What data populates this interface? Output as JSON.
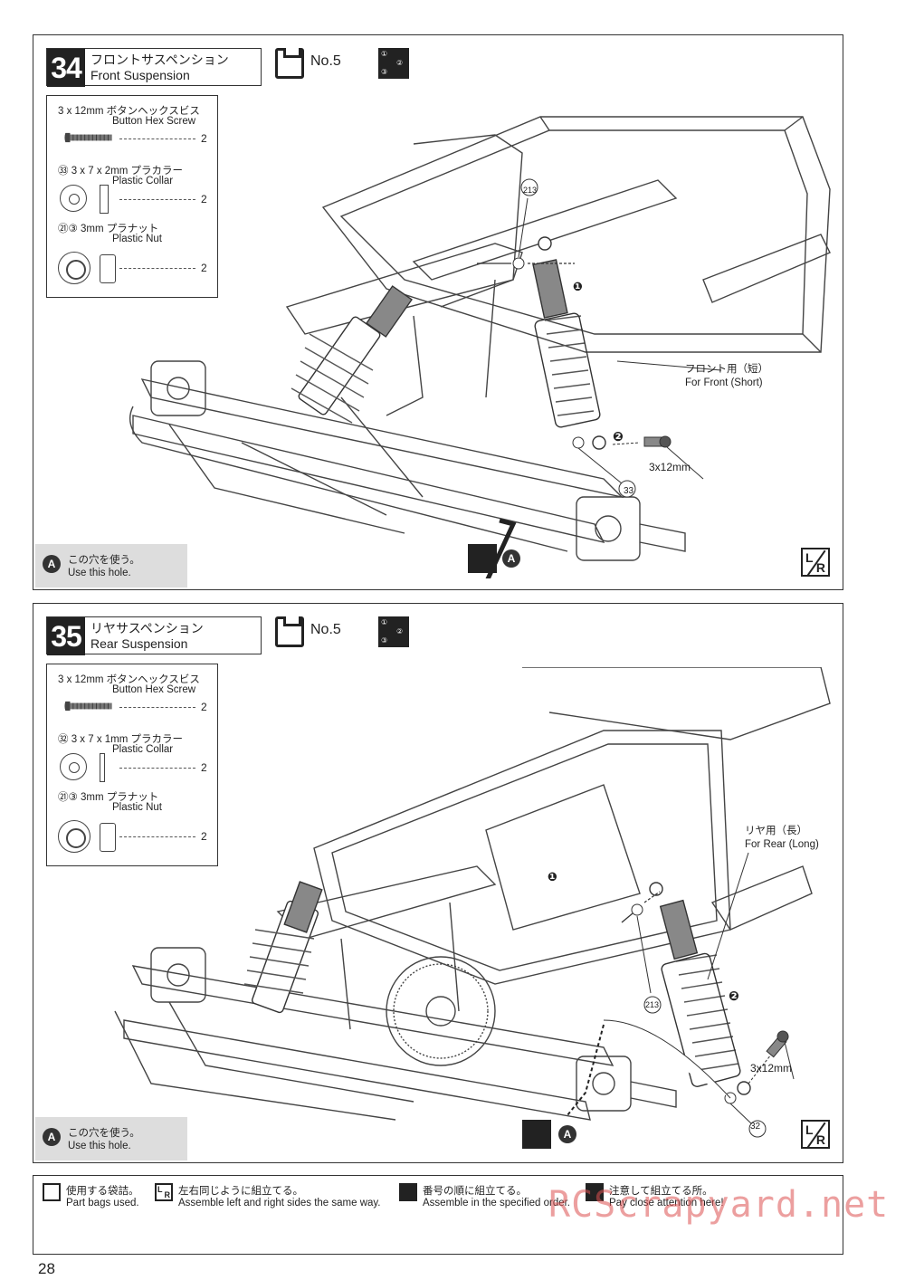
{
  "steps": [
    {
      "number": "34",
      "title_jp": "フロントサスペンション",
      "title_en": "Front Suspension",
      "bag": "No.5",
      "parts": [
        {
          "jp": "3 x 12mm ボタンヘックスビス",
          "en": "Button Hex Screw",
          "qty": "2"
        },
        {
          "jp": "㉝ 3 x 7 x 2mm プラカラー",
          "en": "Plastic Collar",
          "qty": "2"
        },
        {
          "jp": "㉑③ 3mm プラナット",
          "en": "Plastic Nut",
          "qty": "2"
        }
      ],
      "callout_jp": "フロント用（短）",
      "callout_en": "For Front (Short)",
      "screw_label": "3x12mm",
      "part_tag_nut": "213",
      "part_tag_collar": "33",
      "step1": "❶",
      "step2": "❷",
      "hint_jp": "この穴を使う。",
      "hint_en": "Use this hole.",
      "hint_badge": "A"
    },
    {
      "number": "35",
      "title_jp": "リヤサスペンション",
      "title_en": "Rear Suspension",
      "bag": "No.5",
      "parts": [
        {
          "jp": "3 x 12mm ボタンヘックスビス",
          "en": "Button Hex Screw",
          "qty": "2"
        },
        {
          "jp": "㉜ 3 x 7 x 1mm プラカラー",
          "en": "Plastic Collar",
          "qty": "2"
        },
        {
          "jp": "㉑③ 3mm プラナット",
          "en": "Plastic Nut",
          "qty": "2"
        }
      ],
      "callout_jp": "リヤ用（長）",
      "callout_en": "For Rear (Long)",
      "screw_label": "3x12mm",
      "part_tag_nut": "213",
      "part_tag_collar": "32",
      "step1": "❶",
      "step2": "❷",
      "hint_jp": "この穴を使う。",
      "hint_en": "Use this hole.",
      "hint_badge": "A"
    }
  ],
  "legend": [
    {
      "jp": "使用する袋詰。",
      "en": "Part bags used.",
      "icon": "bag-icon"
    },
    {
      "jp": "左右同じように組立てる。",
      "en": "Assemble left and right sides the same way.",
      "icon": "lr-icon"
    },
    {
      "jp": "番号の順に組立てる。",
      "en": "Assemble in the specified order.",
      "icon": "order-icon"
    },
    {
      "jp": "注意して組立てる所。",
      "en": "Pay close attention here!",
      "icon": "attention-icon"
    }
  ],
  "watermark": "RCScrapyard.net",
  "page_number": "28"
}
